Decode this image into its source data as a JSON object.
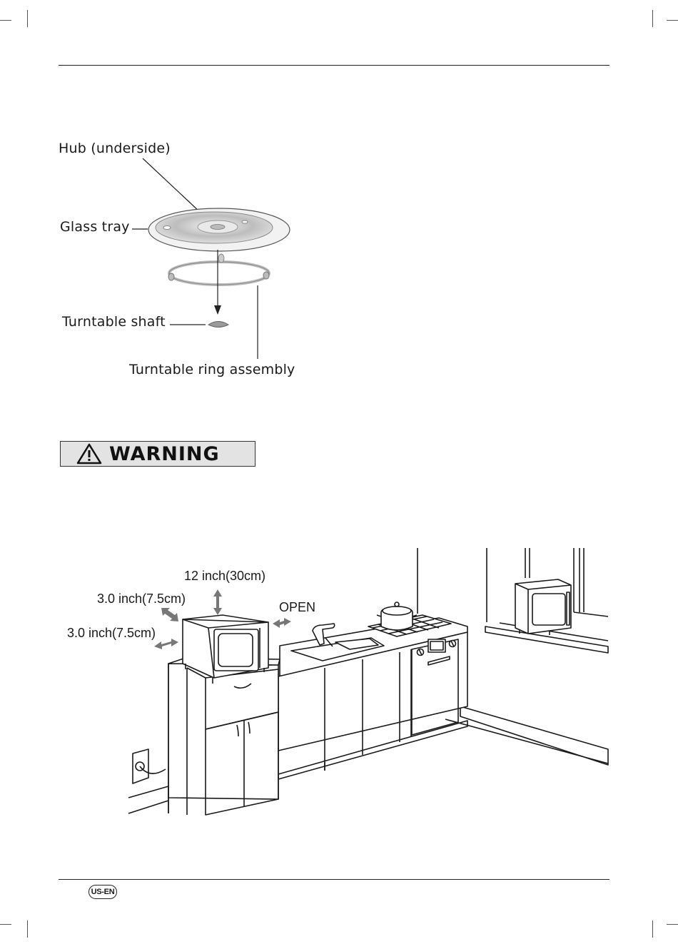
{
  "turntable": {
    "hub_label": "Hub (underside)",
    "tray_label": "Glass tray",
    "shaft_label": "Turntable shaft",
    "ring_label": "Turntable ring assembly"
  },
  "warning": {
    "label": "WARNING",
    "icon": "warning-triangle-icon"
  },
  "clearance": {
    "top": "12 inch(30cm)",
    "back": "3.0 inch(7.5cm)",
    "side": "3.0 inch(7.5cm)",
    "open": "OPEN"
  },
  "footer": {
    "badge": "US-EN"
  }
}
